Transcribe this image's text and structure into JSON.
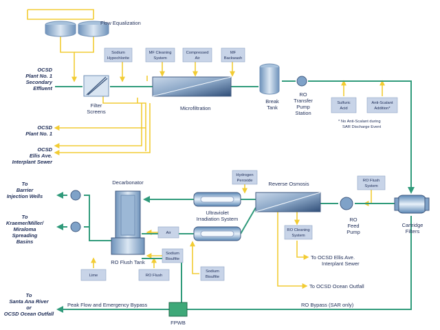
{
  "labels": {
    "flow_equalization": "Flow Equalization",
    "ocsd_plant_secondary": [
      "OCSD",
      "Plant No. 1",
      "Secondary",
      "Effluent"
    ],
    "filter_screens": [
      "Filter",
      "Screens"
    ],
    "microfiltration": "Microfiltration",
    "break_tank": [
      "Break",
      "Tank"
    ],
    "ro_transfer": [
      "RO",
      "Transfer",
      "Pump",
      "Station"
    ],
    "ocsd_plant1": [
      "OCSD",
      "Plant No. 1"
    ],
    "ocsd_ellis": [
      "OCSD",
      "Ellis Ave.",
      "Interplant Sewer"
    ],
    "no_antiscalant": [
      "* No  Anti-Scalant during",
      "SAR Discharge Event"
    ],
    "decarbonator": "Decarbonator",
    "reverse_osmosis": "Reverse Osmosis",
    "uv_system": [
      "Ultraviolet",
      "Irradiation System"
    ],
    "ro_feed_pump": [
      "RO",
      "Feed",
      "Pump"
    ],
    "cartridge_filters": [
      "Cartridge",
      "Filters"
    ],
    "barrier_wells": [
      "To",
      "Barrier",
      "Injection Wells"
    ],
    "spreading_basins": [
      "To",
      "Kraemer/Miller/",
      "Miraloma",
      "Spreading",
      "Basins"
    ],
    "ro_flush_tank": "RO Flush Tank",
    "to_ellis_sewer": [
      "To  OCSD Ellis Ave.",
      "Interplant Sewer"
    ],
    "to_ocean_outfall": "To  OCSD Ocean Outfall",
    "ro_bypass": "RO Bypass (SAR only)",
    "peak_flow": "Peak Flow and Emergency Bypass",
    "santa_ana": [
      "To",
      "Santa Ana River",
      "or",
      "OCSD Ocean Outfall"
    ],
    "fpwb": "FPWB"
  },
  "chem_boxes": {
    "sodium_hypo": [
      "Sodium",
      "Hypochlorite"
    ],
    "mf_cleaning": [
      "MF Cleaning",
      "System"
    ],
    "compressed_air": [
      "Compressed",
      "Air"
    ],
    "mf_backwash": [
      "MF",
      "Backwash"
    ],
    "sulfuric_acid": [
      "Sulfuric",
      "Acid"
    ],
    "anti_scalant": [
      "Anti-Scalant",
      "Addition*"
    ],
    "hydrogen_peroxide": [
      "Hydrogen",
      "Peroxide"
    ],
    "ro_flush_system": [
      "RO Flush",
      "System"
    ],
    "ro_cleaning": [
      "RO Cleaning",
      "System"
    ],
    "air": [
      "Air"
    ],
    "sodium_bisulfite_1": [
      "Sodium",
      "Bisulfite"
    ],
    "sodium_bisulfite_2": [
      "Sodium",
      "Bisulfite"
    ],
    "lime": [
      "Lime"
    ],
    "ro_flush": [
      "RO Flush"
    ]
  },
  "colors": {
    "water_line": "#2f9a7a",
    "chemical_line": "#f2cc33",
    "equipment": "#8fb0d0",
    "label_text": "#1b2a55"
  }
}
